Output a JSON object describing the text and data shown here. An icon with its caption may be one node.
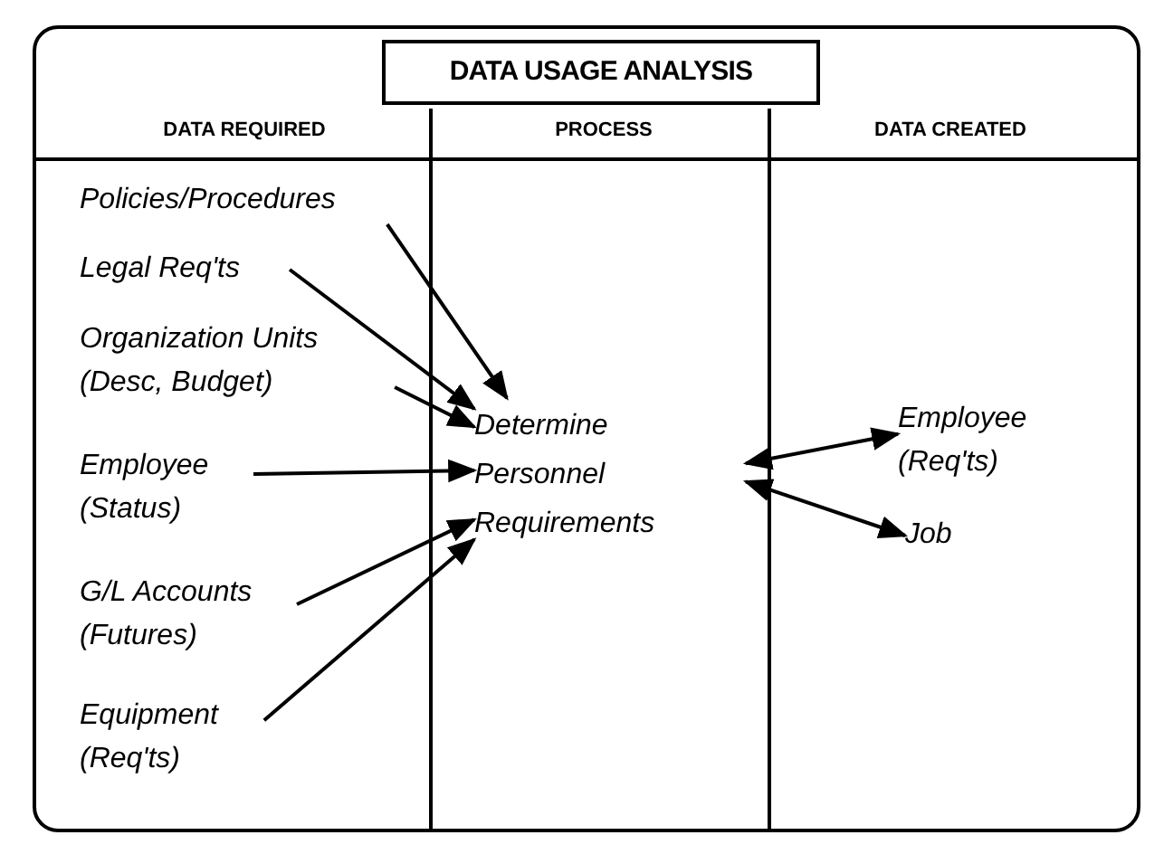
{
  "diagram": {
    "title": "DATA USAGE ANALYSIS",
    "nodes": [
      {
        "text": [
          "Policies/Procedures"
        ]
      },
      {
        "text": [
          "Legal Req'ts"
        ]
      },
      {
        "text": [
          "Organization Units (Desc, Budget)"
        ]
      },
      {
        "text": [
          "Employee (Status)"
        ]
      },
      {
        "text": [
          "G/L Accounts (Futures)"
        ]
      },
      {
        "text": [
          "Equipment (Req'ts)"
        ]
      },
      {
        "text": [
          "Determine Personnel Requirements"
        ]
      },
      {
        "text": [
          "Employee (Req'ts)"
        ]
      },
      {
        "text": [
          "Job"
        ]
      }
    ],
    "edges": [
      {
        "from": 0,
        "to": 6,
        "arrow": "to"
      },
      {
        "from": 1,
        "to": 6,
        "arrow": "to"
      },
      {
        "from": 2,
        "to": 6,
        "arrow": "to"
      },
      {
        "from": 3,
        "to": 6,
        "arrow": "to"
      },
      {
        "from": 4,
        "to": 6,
        "arrow": "to"
      },
      {
        "from": 5,
        "to": 6,
        "arrow": "to"
      },
      {
        "from": 6,
        "to": 7,
        "arrow": "both"
      },
      {
        "from": 6,
        "to": 8,
        "arrow": "both"
      }
    ],
    "labels": [
      "DATA REQUIRED",
      "PROCESS",
      "DATA CREATED"
    ]
  }
}
